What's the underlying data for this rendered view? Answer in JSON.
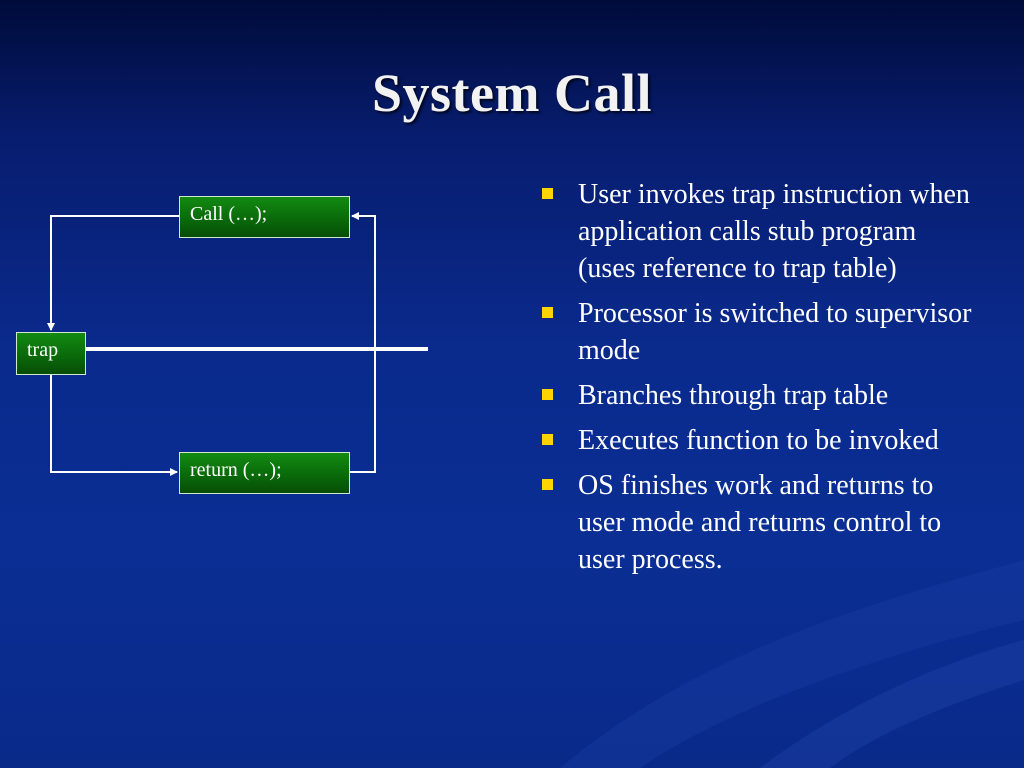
{
  "slide": {
    "title": "System Call"
  },
  "diagram": {
    "call_box": "Call (…);",
    "return_box": "return (…);",
    "trap_box": "trap"
  },
  "bullets": [
    {
      "text": "User invokes trap instruction when application calls stub program (uses reference to trap table)"
    },
    {
      "text": "Processor is switched to supervisor mode"
    },
    {
      "text": "Branches through trap table"
    },
    {
      "text": "Executes function to be invoked"
    },
    {
      "text": "OS finishes work and returns to user mode and returns control to user process."
    }
  ],
  "colors": {
    "background": "#0a2a8c",
    "box_fill": "#0a6a0a",
    "bullet_marker": "#ffd400",
    "line": "#ffffff"
  }
}
